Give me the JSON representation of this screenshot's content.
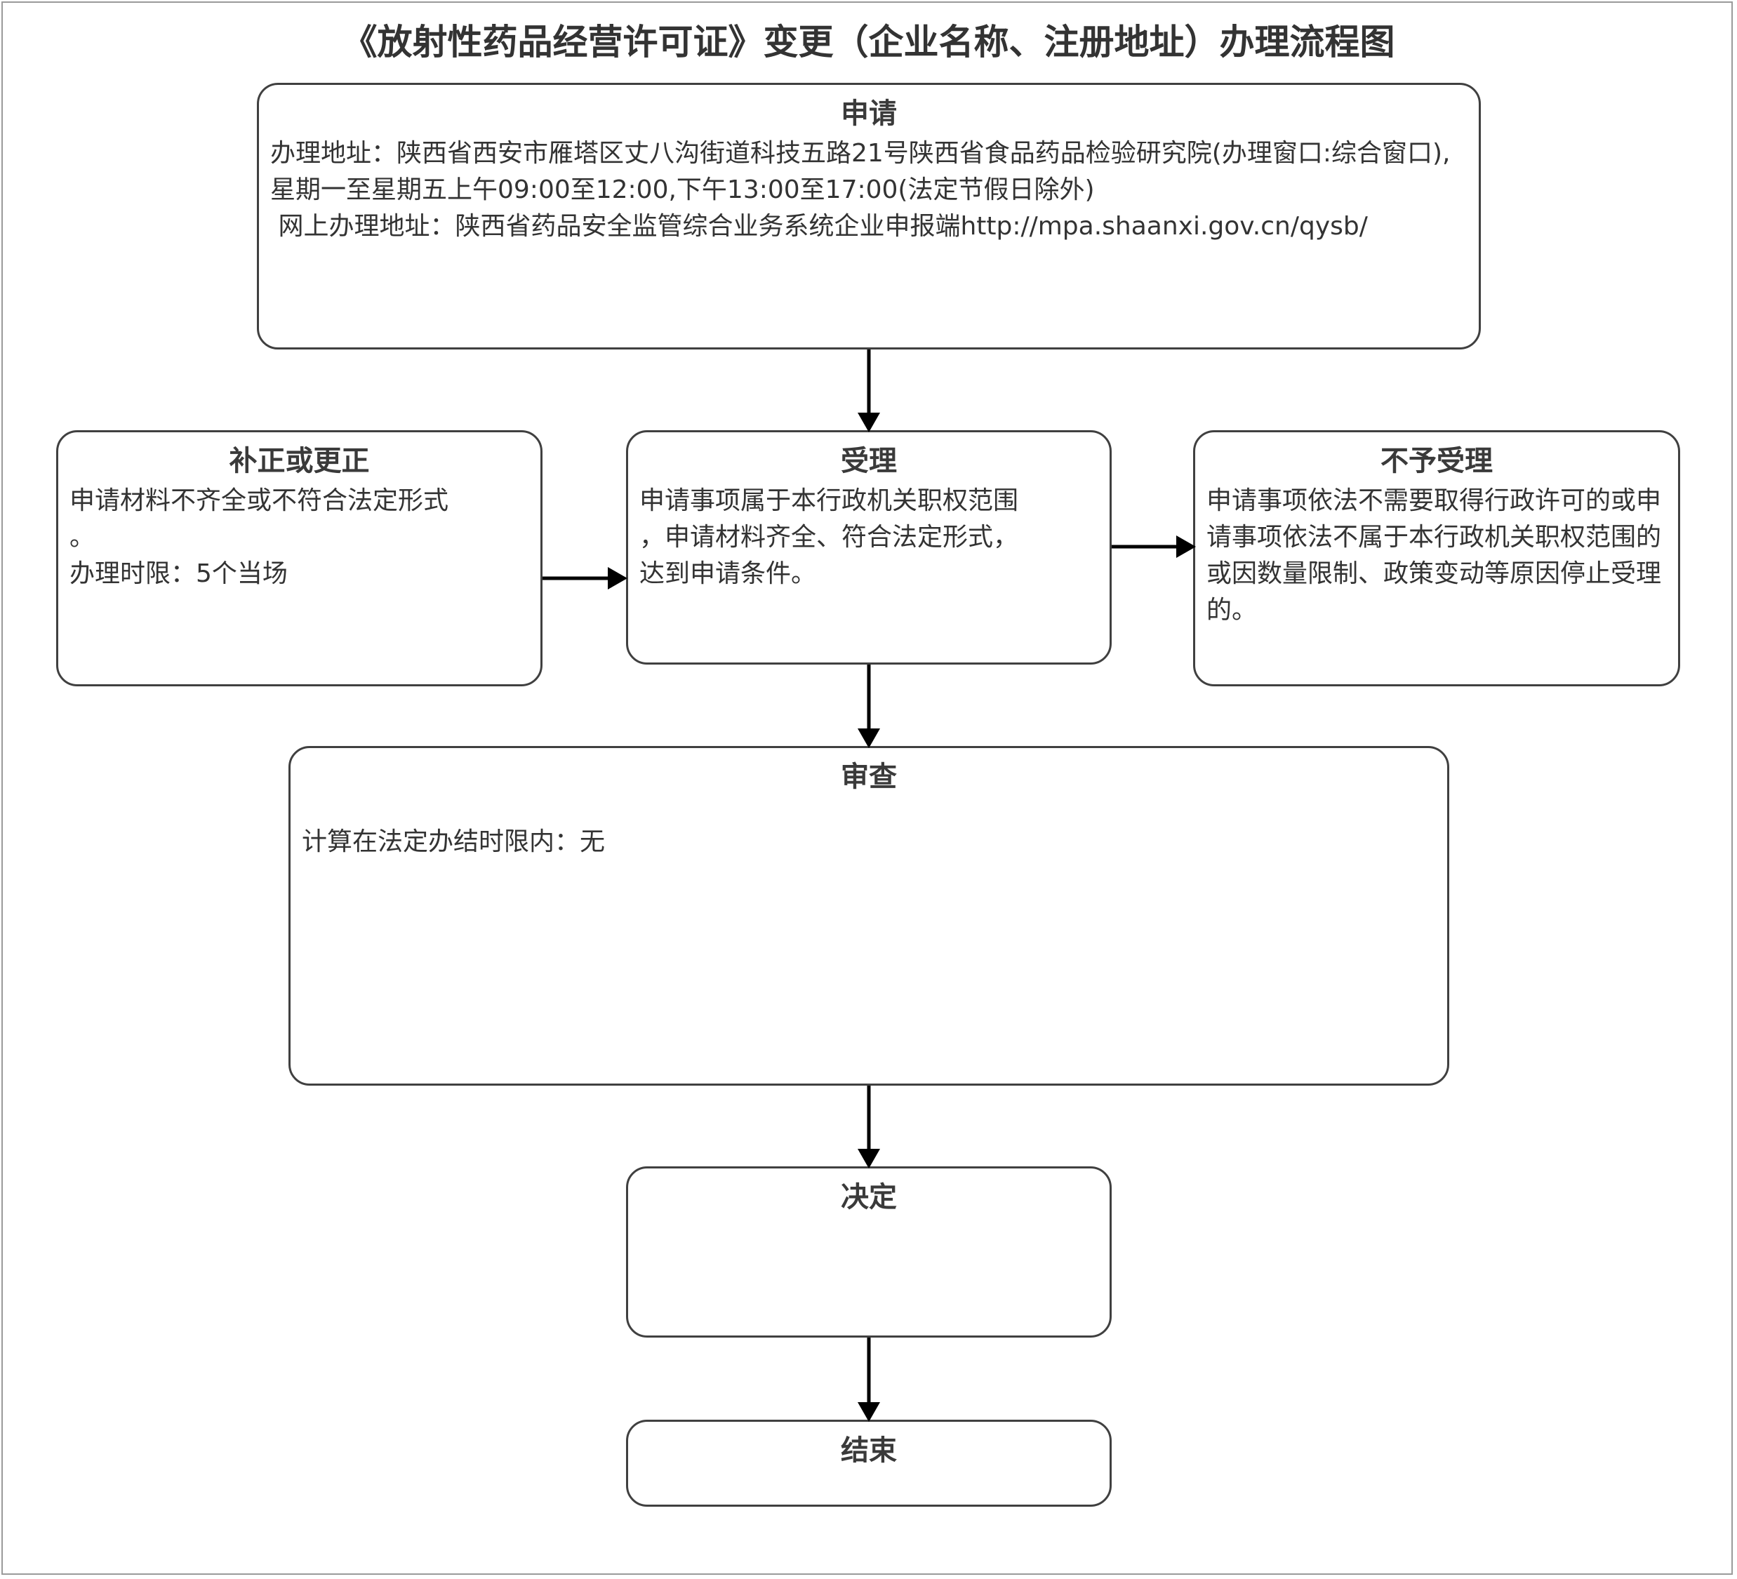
{
  "title": "《放射性药品经营许可证》变更（企业名称、注册地址）办理流程图",
  "colors": {
    "border": "#404040",
    "text": "#333333",
    "frame": "#9a9a9a"
  },
  "nodes": {
    "apply": {
      "title": "申请",
      "body": "办理地址：陕西省西安市雁塔区丈八沟街道科技五路21号陕西省食品药品检验研究院(办理窗口:综合窗口),星期一至星期五上午09:00至12:00,下午13:00至17:00(法定节假日除外)\n 网上办理地址：陕西省药品安全监管综合业务系统企业申报端http://mpa.shaanxi.gov.cn/qysb/"
    },
    "correct": {
      "title": "补正或更正",
      "body": "申请材料不齐全或不符合法定形式\n。\n办理时限：5个当场"
    },
    "accept": {
      "title": "受理",
      "body": "申请事项属于本行政机关职权范围\n，申请材料齐全、符合法定形式，\n达到申请条件。"
    },
    "reject": {
      "title": "不予受理",
      "body": "申请事项依法不需要取得行政许可的或申请事项依法不属于本行政机关职权范围的或因数量限制、政策变动等原因停止受理的。"
    },
    "review": {
      "title": "审查",
      "body": "计算在法定办结时限内：无"
    },
    "decide": {
      "title": "决定",
      "body": ""
    },
    "end": {
      "title": "结束",
      "body": ""
    }
  }
}
